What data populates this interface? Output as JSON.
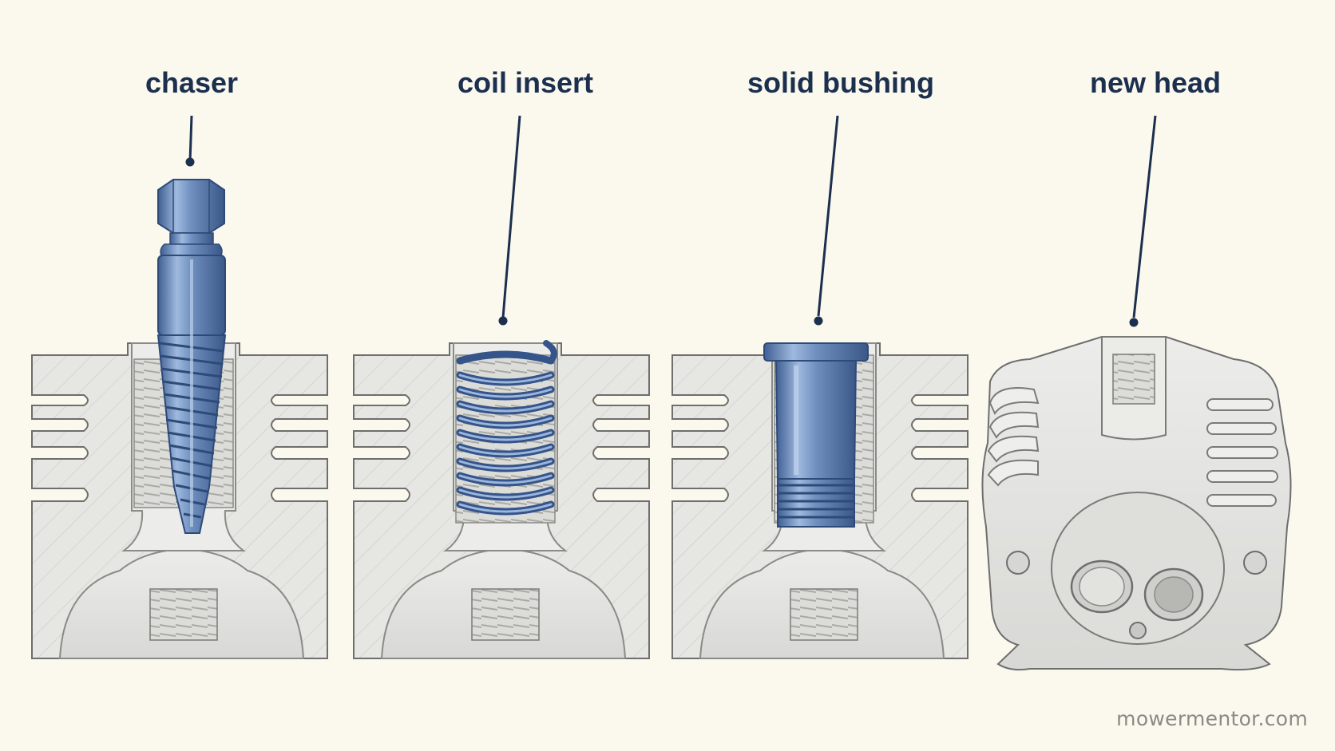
{
  "labels": {
    "chaser": "chaser",
    "coil_insert": "coil insert",
    "solid_bushing": "solid bushing",
    "new_head": "new head"
  },
  "watermark": "mowermentor.com",
  "colors": {
    "background": "#fbf8ee",
    "label_text": "#1b2f4e",
    "metal_blue": "#6f8fbf",
    "casting_gray": "#e4e4e2",
    "outline": "#6e6e6e"
  }
}
